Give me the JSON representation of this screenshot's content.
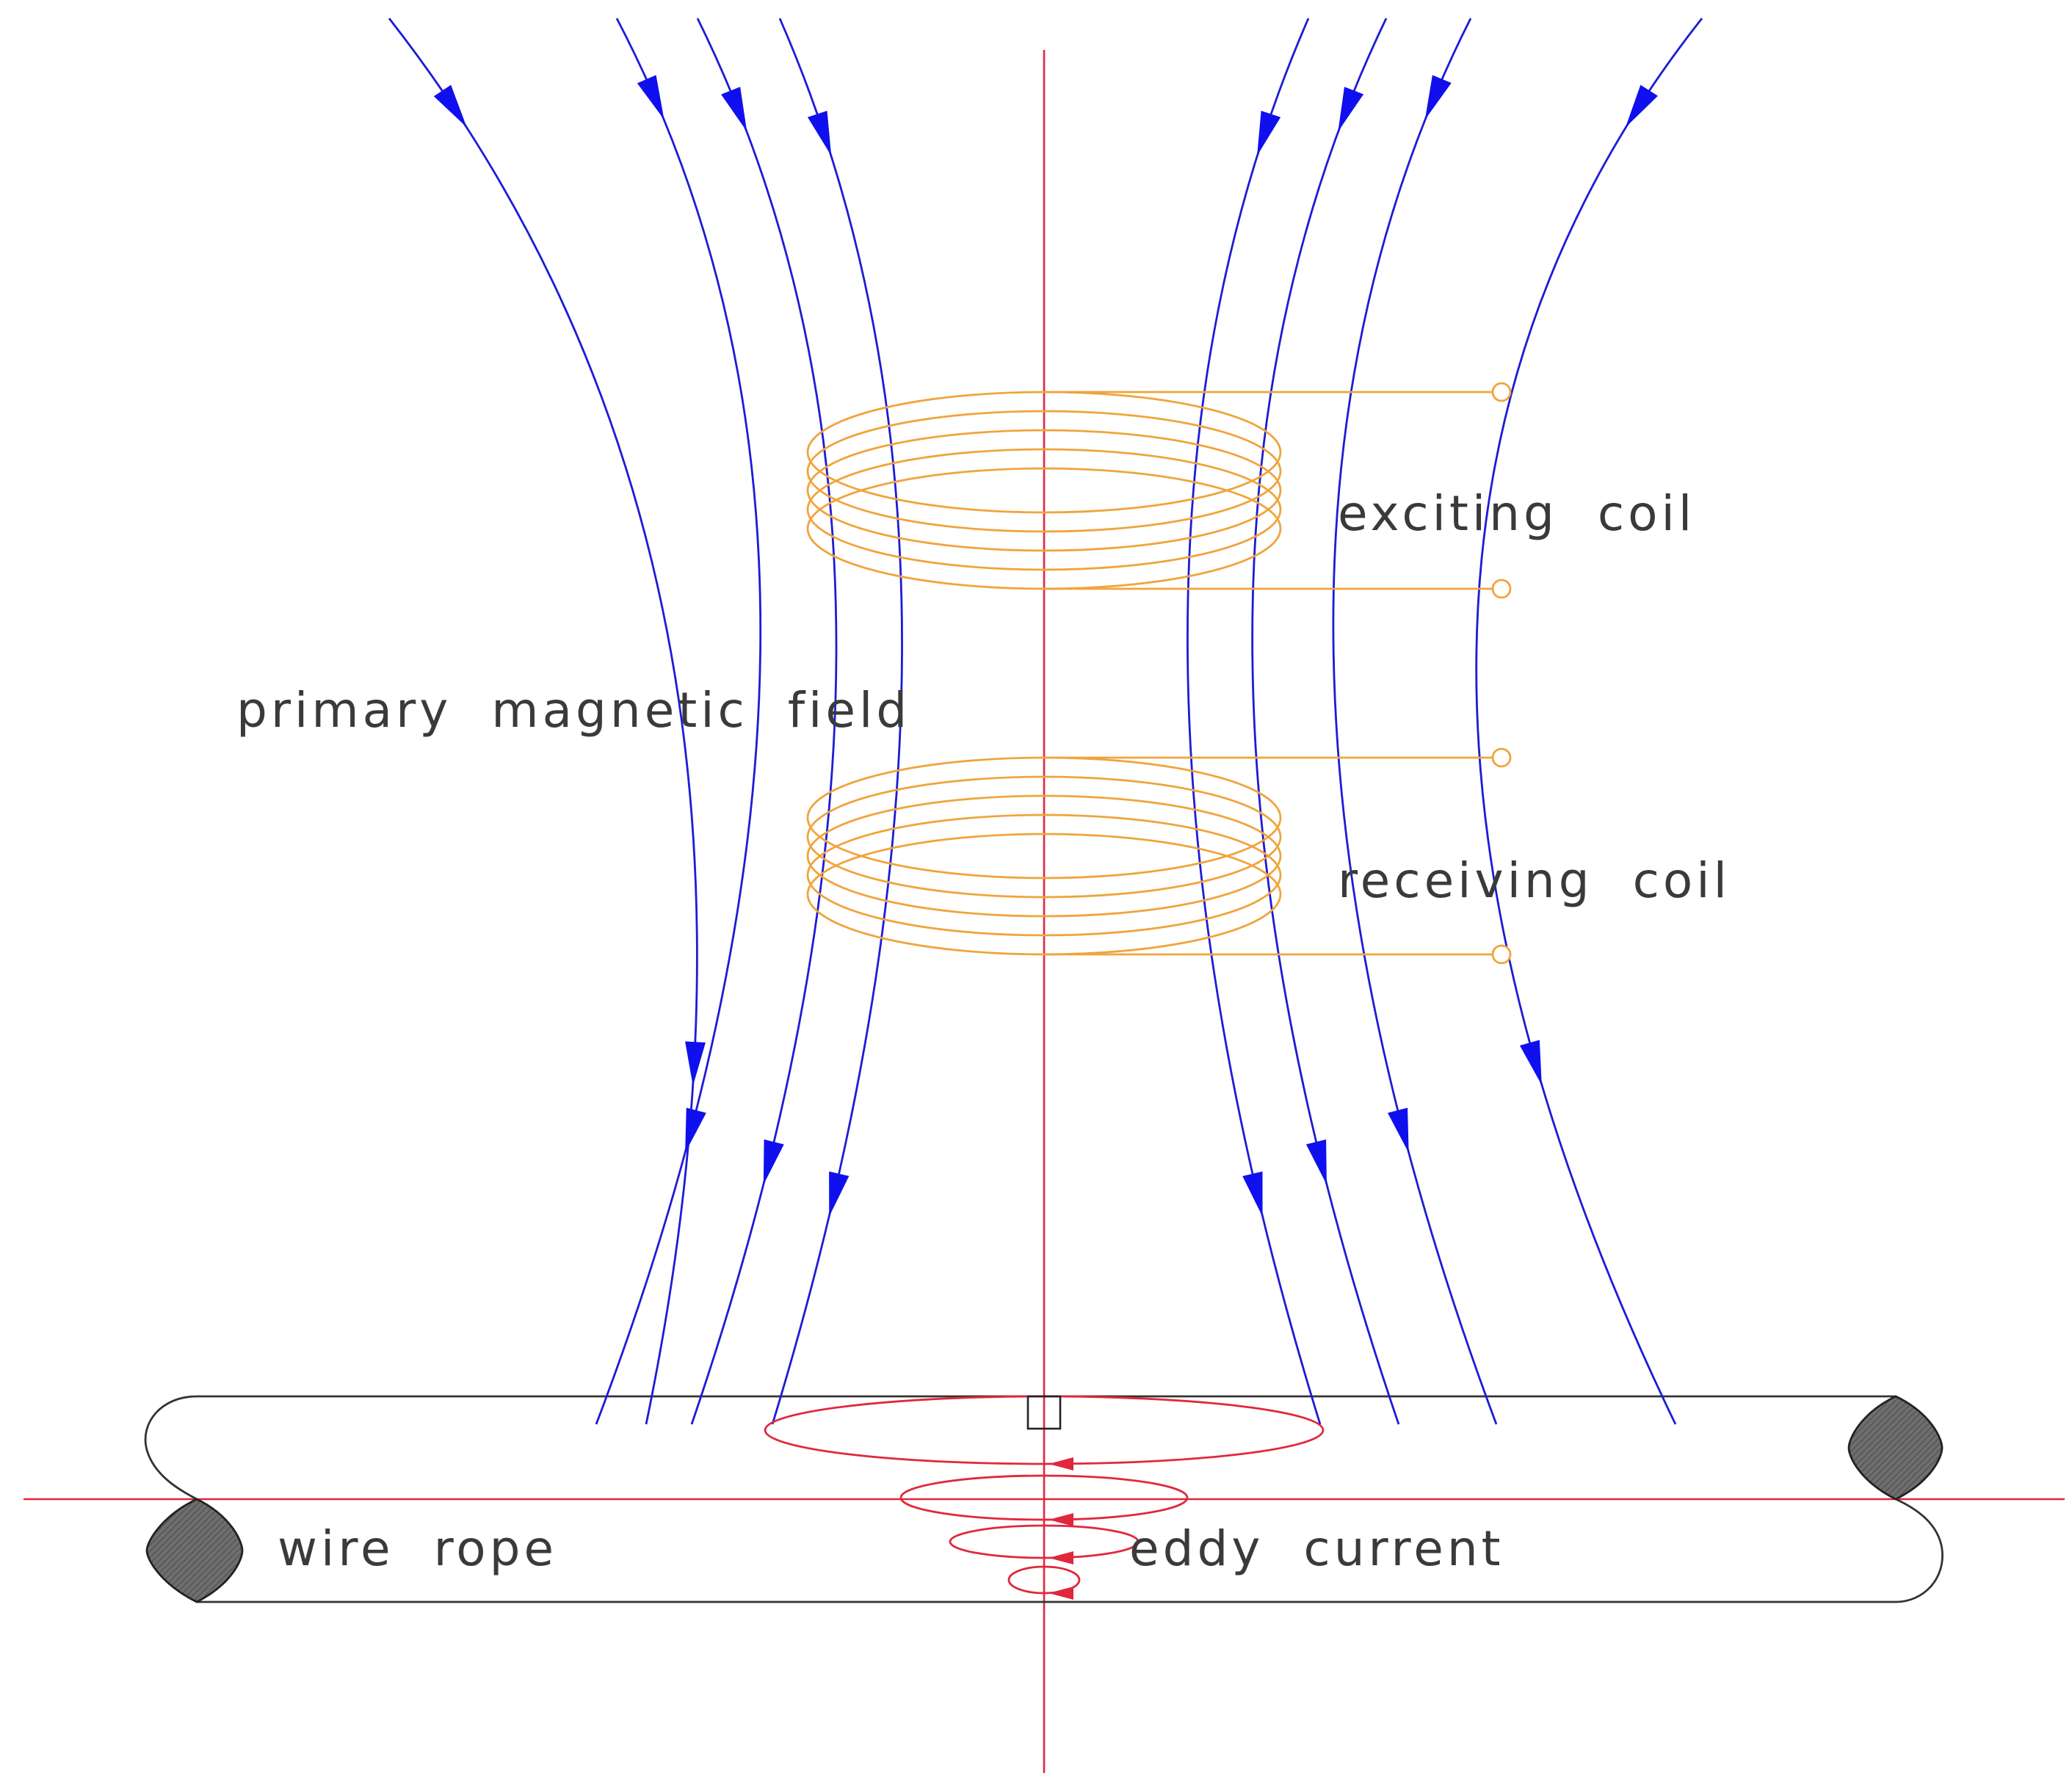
{
  "labels": {
    "exciting_coil": "exciting  coil",
    "receiving_coil": "receiving  coil",
    "primary_field": "primary  magnetic  field",
    "wire_rope": "wire  rope",
    "eddy_current": "eddy  current"
  },
  "colors": {
    "field_lines": "#1c1cd6",
    "field_arrows": "#1010ee",
    "coils": "#f0a43c",
    "axes_and_eddy": "#e0283c",
    "rope_outline": "#333333",
    "label_text": "#3a3a3a"
  },
  "coils": {
    "exciting_turns": 5,
    "receiving_turns": 5
  },
  "field_lines": {
    "count": 8,
    "direction": "downward"
  },
  "eddy_current_loops": 4
}
